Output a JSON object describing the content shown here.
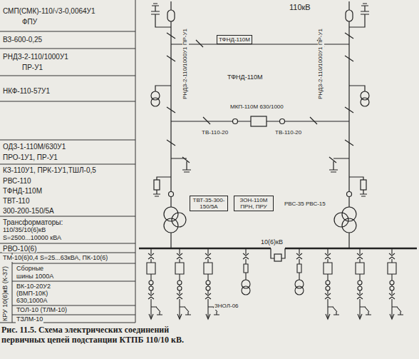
{
  "diagram": {
    "caption": "Рис. 11.5. Схема электрических соединений первичных цепей подстанции КТПБ 110/10 кВ.",
    "nodes": [
      {
        "text": [
          "ТФНД-110М"
        ]
      },
      {
        "text": [
          "ТВТ-35-300-150/5А"
        ]
      },
      {
        "text": [
          "ЗОН-110М ПРН, ПРУ"
        ]
      }
    ],
    "labels": [
      "СМП(СМК)-110/√3-0,0064У1",
      "ФПУ",
      "ВЗ-600-0,25",
      "РНДЗ-2-110/1000У1",
      "ПР-У1",
      "НКФ-110-57У1",
      "ОДЗ-1-110М/630У1",
      "ПРО-1У1, ПР-У1",
      "КЗ-110У1, ПРК-1У1,ТШЛ-0,5",
      "РВС-110",
      "ТФНД-110М",
      "ТВТ-110",
      "300-200-150/5А",
      "Трансформаторы:",
      "110/35/10(6)кВ",
      "S=2500...10000 кВА",
      "РВО-10(6)",
      "ТМ-10(6)0,4 S=25...63кВА, ПК-10(6)",
      "Сборные",
      "шины 1000А",
      "ВК-10-20У2",
      "(ВМП-10К)",
      "630,1000А",
      "ТОЛ-10 (ТЛМ-10)",
      "ТЗЛМ-10",
      "КРУ 10(6)кВ (К-37)",
      "110кВ",
      "РНДЗ-2-110/1000У1 ПР-У1",
      "РНДЗ-2-110/1000У1 ПР-У1",
      "ТФНД-110М",
      "МКП-110М 630/1000",
      "ТВ-110-20",
      "ТВ-110-20",
      "РВС-35 РВС-15",
      "10(6)кВ",
      "ЗНОЛ-06"
    ]
  }
}
